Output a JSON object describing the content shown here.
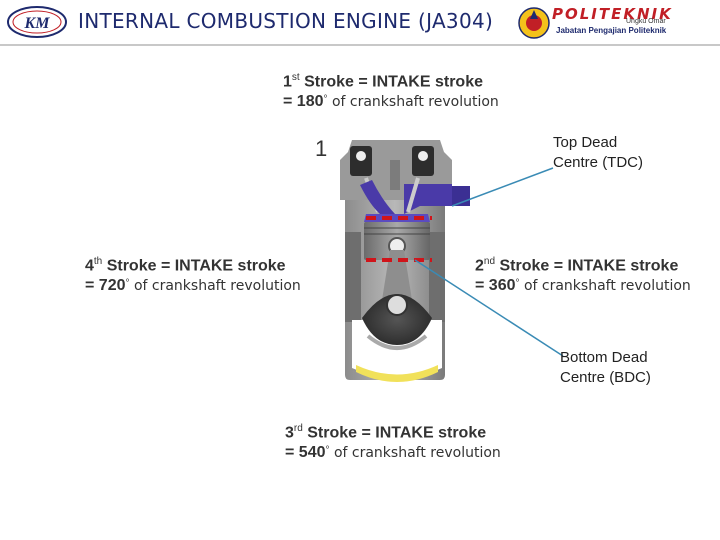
{
  "header": {
    "title": "INTERNAL COMBUSTION ENGINE (JA304)",
    "left_logo_text": "KM",
    "right_logo_name": "POLITEKNIK",
    "right_logo_subtitle": "Ungku Omar",
    "right_logo_dept": "Jabatan Pengajian Politeknik"
  },
  "diagram": {
    "step_number": "1",
    "strokes": [
      {
        "ordinal": "1",
        "suffix": "st",
        "label": " Stroke = INTAKE stroke",
        "eq": "= ",
        "angle": "180",
        "deg": "°",
        "rest": " of crankshaft revolution"
      },
      {
        "ordinal": "2",
        "suffix": "nd",
        "label": " Stroke = INTAKE stroke",
        "eq": "= ",
        "angle": "360",
        "deg": "°",
        "rest": " of crankshaft revolution"
      },
      {
        "ordinal": "3",
        "suffix": "rd",
        "label": " Stroke = INTAKE stroke",
        "eq": "= ",
        "angle": "540",
        "deg": "°",
        "rest": " of crankshaft revolution"
      },
      {
        "ordinal": "4",
        "suffix": "th",
        "label": " Stroke = INTAKE stroke",
        "eq": "= ",
        "angle": "720",
        "deg": "°",
        "rest": " of crankshaft revolution"
      }
    ],
    "tdc": {
      "line1": "Top Dead",
      "line2": "Centre (TDC)"
    },
    "bdc": {
      "line1": "Bottom Dead",
      "line2": "Centre (BDC)"
    }
  },
  "colors": {
    "title": "#1e2a6e",
    "brand_red": "#c11f26",
    "pointer": "#3a8bb5",
    "dead_centre_marker": "#d0141a",
    "intake_charge": "#4a3aa8",
    "crankcase_oil": "#f1e15a"
  }
}
